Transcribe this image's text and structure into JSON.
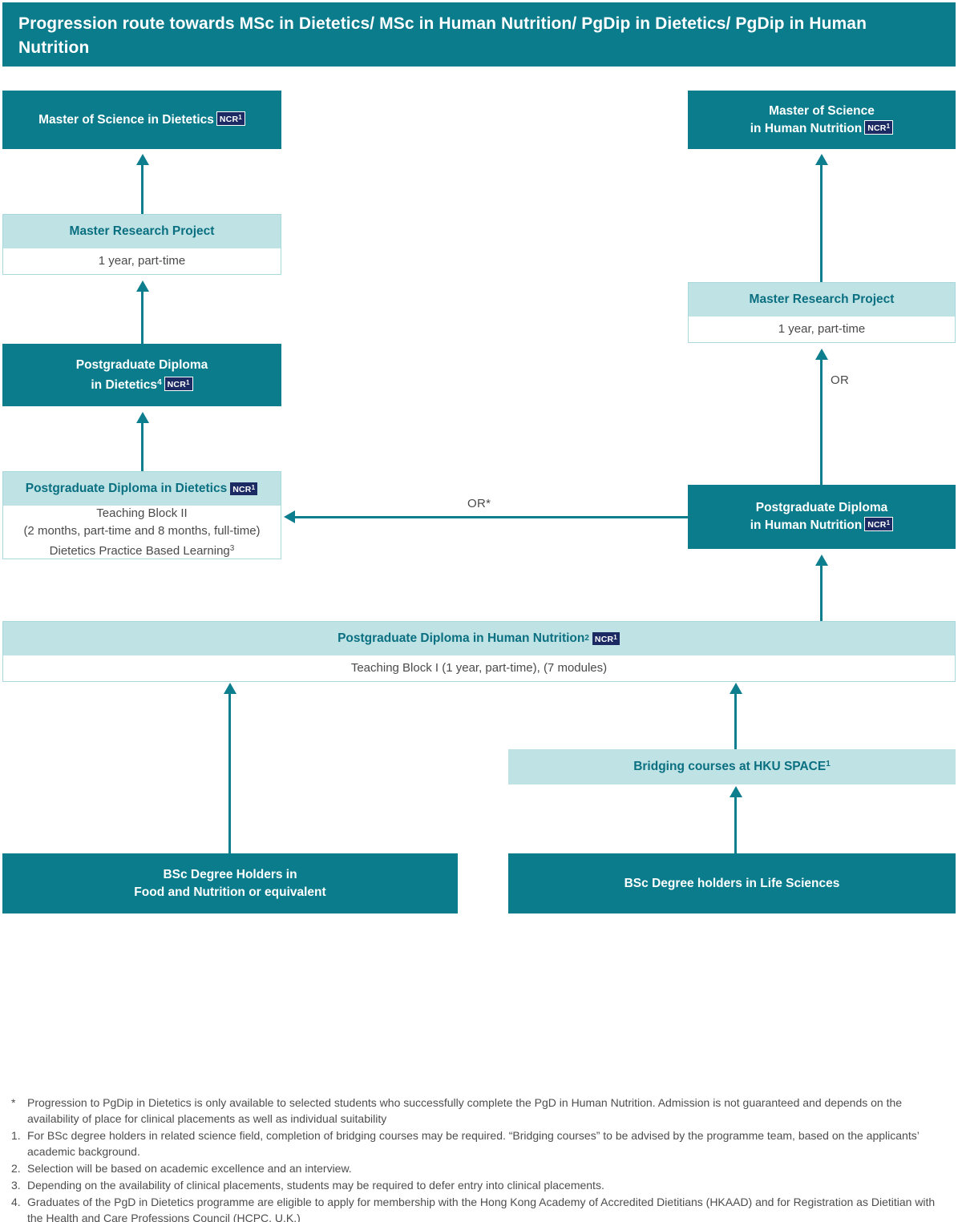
{
  "header": {
    "title": "Progression route towards MSc in Dietetics/ MSc in Human Nutrition/ PgDip in Dietetics/ PgDip in Human Nutrition"
  },
  "badges": {
    "ncr_label": "NCR",
    "ncr_sup": "1"
  },
  "colors": {
    "dark_teal": "#0a7c8c",
    "light_teal": "#bfe3e5",
    "border_teal": "#a9d9dd",
    "arrow_teal": "#0d7e8e",
    "badge_navy": "#1b2a63",
    "text_grey": "#4a4a4a"
  },
  "nodes": {
    "msc_dietetics": {
      "line1": "Master of Science in Dietetics"
    },
    "msc_human_nutrition": {
      "line1": "Master of Science",
      "line2": "in Human Nutrition"
    },
    "master_research_left": {
      "head": "Master Research Project",
      "body": "1 year, part-time"
    },
    "master_research_right": {
      "head": "Master Research Project",
      "body": "1 year, part-time"
    },
    "pgd_dietetics_dark": {
      "line1": "Postgraduate Diploma",
      "line2": "in Dietetics",
      "line2_sup": "4"
    },
    "pgd_dietetics_light": {
      "head": "Postgraduate Diploma in Dietetics",
      "body_line1": "Teaching Block II",
      "body_line2": "(2 months, part-time and 8 months, full-time)",
      "body_line3": "Dietetics Practice Based Learning",
      "body_line3_sup": "3"
    },
    "pgd_human_nutrition_dark": {
      "line1": "Postgraduate Diploma",
      "line2": "in Human Nutrition"
    },
    "pgd_human_nutrition_wide": {
      "head": "Postgraduate Diploma in Human Nutrition",
      "head_sup": "2",
      "body": "Teaching Block I (1 year, part-time), (7 modules)"
    },
    "bridging_courses": {
      "label": "Bridging courses at HKU SPACE",
      "sup": "1"
    },
    "bsc_food_nutrition": {
      "line1": "BSc Degree Holders in",
      "line2": "Food and Nutrition or equivalent"
    },
    "bsc_life_sciences": {
      "line1": "BSc Degree holders in Life Sciences"
    }
  },
  "connectors": {
    "or_star": "OR*",
    "or_plain": "OR"
  },
  "footnotes": [
    {
      "marker": "*",
      "text": "Progression to PgDip in Dietetics is only available to selected students who successfully complete the PgD in Human Nutrition. Admission is not guaranteed and depends on the availability of place for clinical placements as well as individual suitability"
    },
    {
      "marker": "1.",
      "text": "For BSc degree holders in related science field, completion of bridging courses may be required. “Bridging courses” to be advised by the programme team, based on the applicants’ academic background."
    },
    {
      "marker": "2.",
      "text": "Selection will be based on academic excellence and an interview."
    },
    {
      "marker": "3.",
      "text": "Depending on the availability of clinical placements, students may be required to defer entry into clinical placements."
    },
    {
      "marker": "4.",
      "text": "Graduates of the PgD in Dietetics programme are eligible to apply for membership with the Hong Kong Academy of Accredited Dietitians (HKAAD) and for Registration as Dietitian with the Health and Care Professions Council (HCPC, U.K.)"
    }
  ]
}
